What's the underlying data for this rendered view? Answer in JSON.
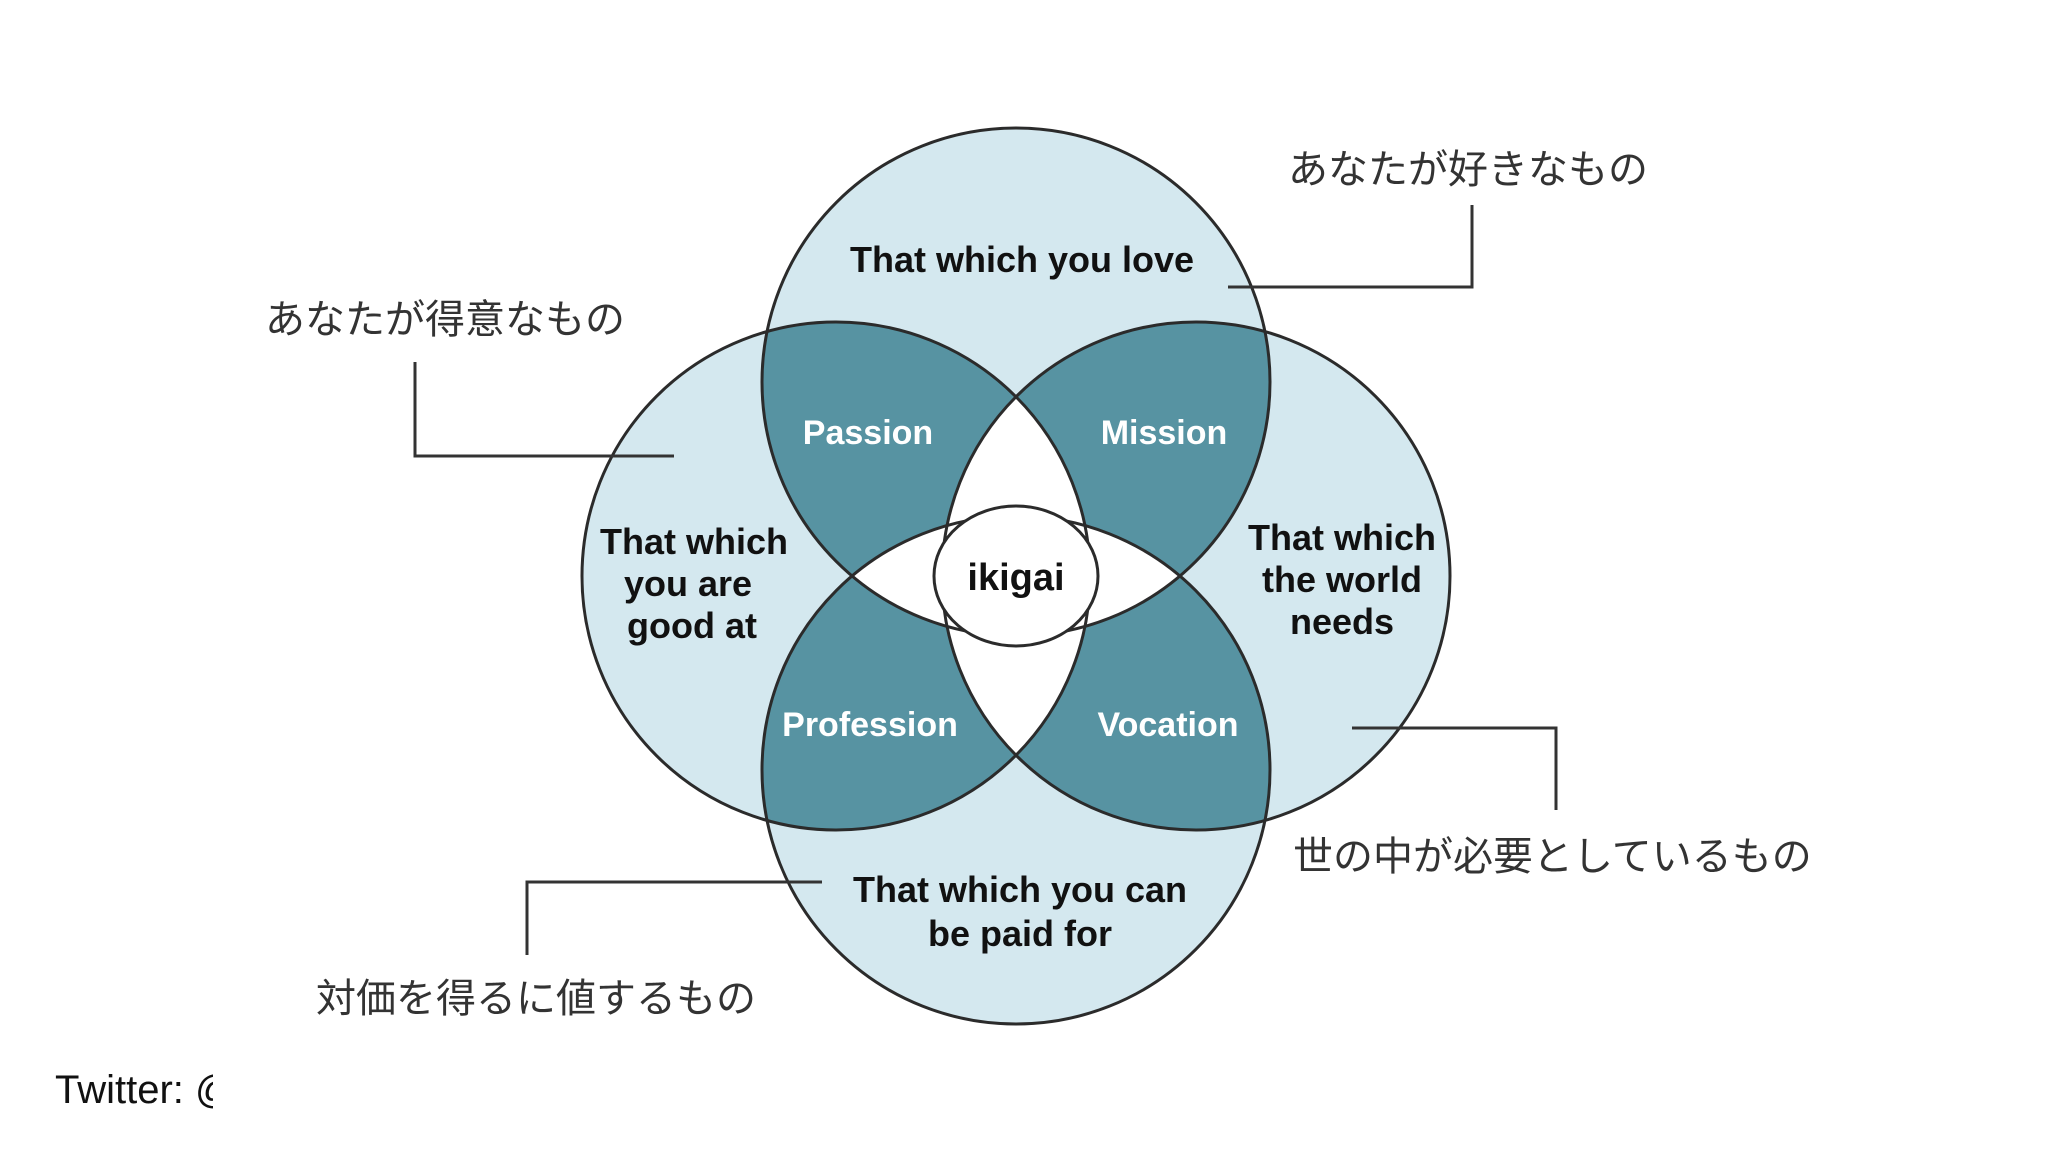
{
  "colors": {
    "light": "#d4e8ef",
    "dark": "#5793a2",
    "center": "#ffffff",
    "stroke": "#2b2b2b"
  },
  "circles": {
    "top": [
      "That which you love"
    ],
    "left": [
      "That which",
      "you are",
      "good at"
    ],
    "right": [
      "That which",
      "the world",
      "needs"
    ],
    "bottom": [
      "That which you can",
      "be paid for"
    ]
  },
  "overlaps": {
    "passion": "Passion",
    "mission": "Mission",
    "profession": "Profession",
    "vocation": "Vocation"
  },
  "center": "ikigai",
  "annotations": {
    "love": "あなたが好きなもの",
    "good_at": "あなたが得意なもの",
    "world_needs": "世の中が必要としているもの",
    "paid_for": "対価を得るに値するもの"
  },
  "footer": "Twitter: @"
}
